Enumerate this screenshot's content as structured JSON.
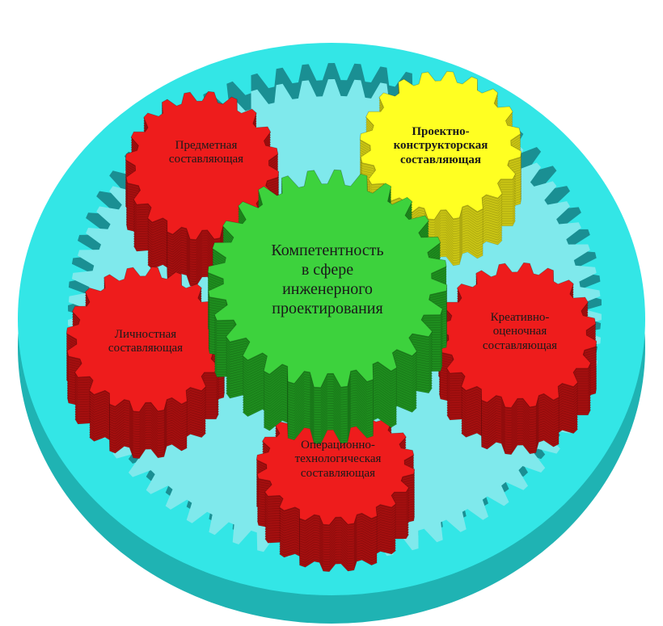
{
  "diagram": {
    "center": {
      "lines": [
        "Компетентность",
        "в сфере",
        "инженерного",
        "проектирования"
      ]
    },
    "components": [
      {
        "key": "subject",
        "lines": [
          "Предметная",
          "составляющая"
        ]
      },
      {
        "key": "design",
        "lines": [
          "Проектно-",
          "конструкторская",
          "составляющая"
        ]
      },
      {
        "key": "personal",
        "lines": [
          "Личностная",
          "составляющая"
        ]
      },
      {
        "key": "creative",
        "lines": [
          "Креативно-",
          "оценочная",
          "составляющая"
        ]
      },
      {
        "key": "operational",
        "lines": [
          "Операционно-",
          "технологическая",
          "составляющая"
        ]
      }
    ]
  },
  "colors": {
    "ring_top": "#33e6e6",
    "ring_side": "#1fb3b3",
    "ring_inner_floor": "#7fe9ec",
    "red_face": "#ee1c1c",
    "red_side": "#a40f0f",
    "yellow_face": "#ffff22",
    "yellow_side": "#c9c414",
    "green_face": "#3dd23d",
    "green_side": "#1e8d1e"
  }
}
